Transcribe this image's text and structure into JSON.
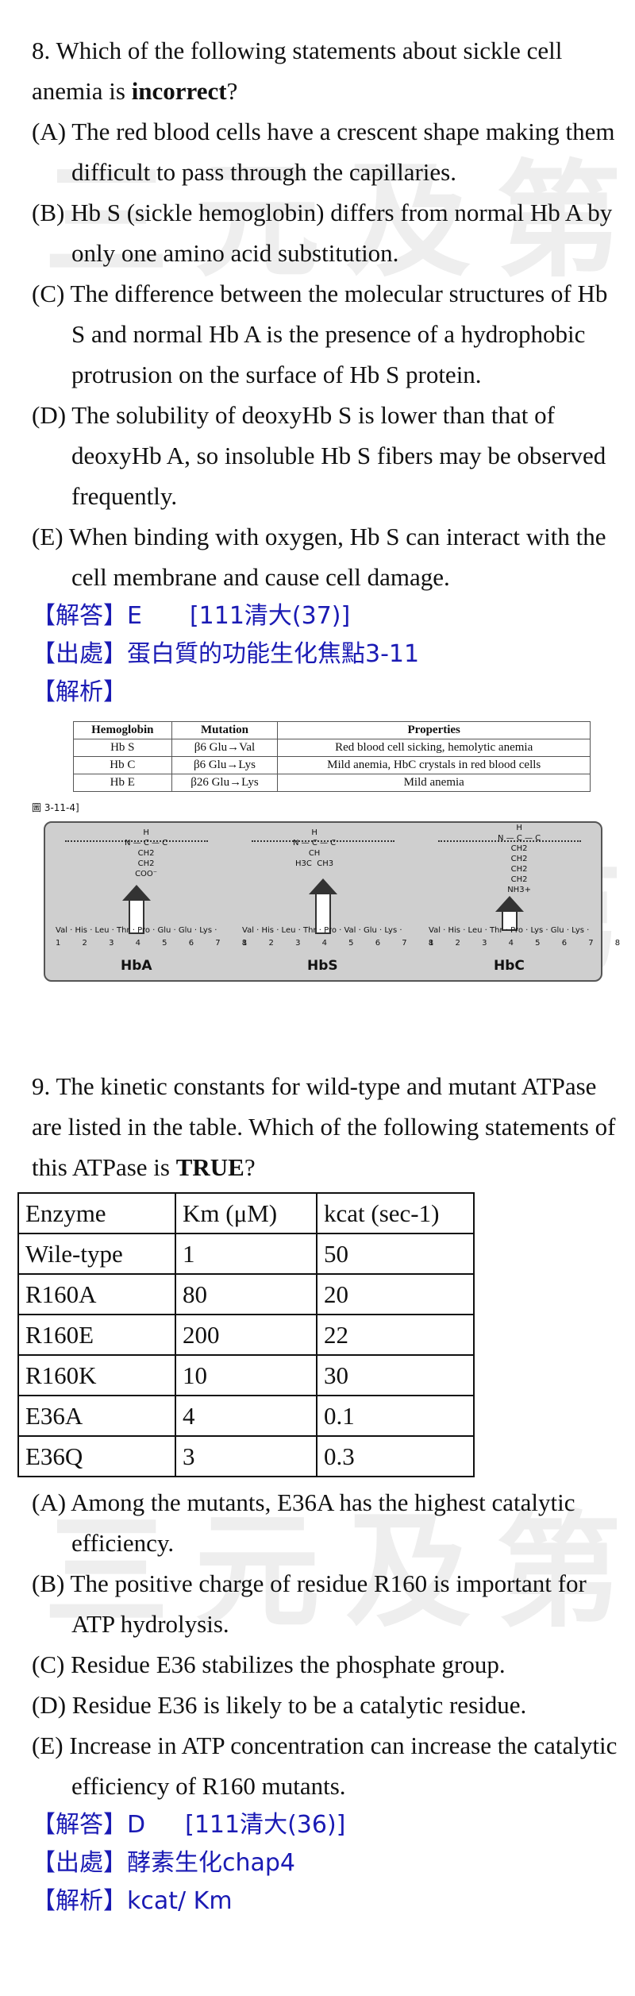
{
  "watermark": "三元及第",
  "q8": {
    "stem_a": "8.   Which of the following statements about sickle cell anemia is ",
    "stem_bold": "incorrect",
    "stem_b": "?",
    "options": [
      "(A) The red blood cells have a crescent shape making them difficult to pass through the capillaries.",
      "(B) Hb S (sickle hemoglobin) differs from normal Hb A by only one amino acid substitution.",
      "(C) The difference between the molecular structures of Hb S and normal Hb A is the presence of a hydrophobic protrusion on the surface of Hb S protein.",
      "(D) The solubility of deoxyHb S is lower than that of deoxyHb A, so insoluble Hb S fibers may be observed frequently.",
      "(E) When binding with oxygen, Hb S can interact with the cell membrane and cause cell damage."
    ],
    "answer_label": "【解答】E",
    "answer_ref": "[111清大(37)]",
    "source": "【出處】蛋白質的功能生化焦點3-11",
    "analysis": "【解析】",
    "figure": {
      "headers": [
        "Hemoglobin",
        "Mutation",
        "Properties"
      ],
      "rows": [
        [
          "Hb S",
          "β6 Glu→Val",
          "Red blood cell sicking, hemolytic anemia"
        ],
        [
          "Hb C",
          "β6 Glu→Lys",
          "Mild anemia, HbC crystals in red blood cells"
        ],
        [
          "Hb E",
          "β26 Glu→Lys",
          "Mild anemia"
        ]
      ],
      "figure_label": "圖 3-11-4]",
      "panels": [
        {
          "name": "HbA",
          "seq": "Val · His · Leu · Thr · Pro · Glu · Glu · Lys ·",
          "nums": "1 2 3 4 5 6 7 8",
          "chem": "H\nN — C — C\nCH2\nCH2\nCOO⁻"
        },
        {
          "name": "HbS",
          "seq": "Val · His · Leu · Thr · Pro · Val · Glu · Lys ·",
          "nums": "1 2 3 4 5 6 7 8",
          "chem": "H\nN — C — C\nCH\nH3C  CH3"
        },
        {
          "name": "HbC",
          "seq": "Val · His · Leu · Thr · Pro · Lys · Glu · Lys ·",
          "nums": "1 2 3 4 5 6 7 8",
          "chem": "H\nN — C — C\nCH2\nCH2\nCH2\nCH2\nNH3+"
        }
      ]
    }
  },
  "q9": {
    "stem_a": "9.   The kinetic constants for wild-type and mutant ATPase are listed in the table. Which of the following statements of this ATPase is ",
    "stem_bold": "TRUE",
    "stem_b": "?",
    "table": {
      "headers": [
        "Enzyme",
        "Km (μM)",
        "kcat (sec-1)"
      ],
      "rows": [
        [
          "Wile-type",
          "1",
          "50"
        ],
        [
          "R160A",
          "80",
          "20"
        ],
        [
          "R160E",
          "200",
          "22"
        ],
        [
          "R160K",
          "10",
          "30"
        ],
        [
          "E36A",
          "4",
          "0.1"
        ],
        [
          "E36Q",
          "3",
          "0.3"
        ]
      ]
    },
    "options": [
      "(A) Among the mutants, E36A has the highest catalytic efficiency.",
      "(B) The positive charge of residue R160 is important for ATP hydrolysis.",
      "(C) Residue E36 stabilizes the phosphate group.",
      "(D) Residue E36 is likely to be a catalytic residue.",
      "(E) Increase in ATP concentration can increase the catalytic efficiency of R160 mutants."
    ],
    "answer_label": "【解答】D",
    "answer_ref": "[111清大(36)]",
    "source": "【出處】酵素生化chap4",
    "analysis": "【解析】kcat/ Km"
  }
}
